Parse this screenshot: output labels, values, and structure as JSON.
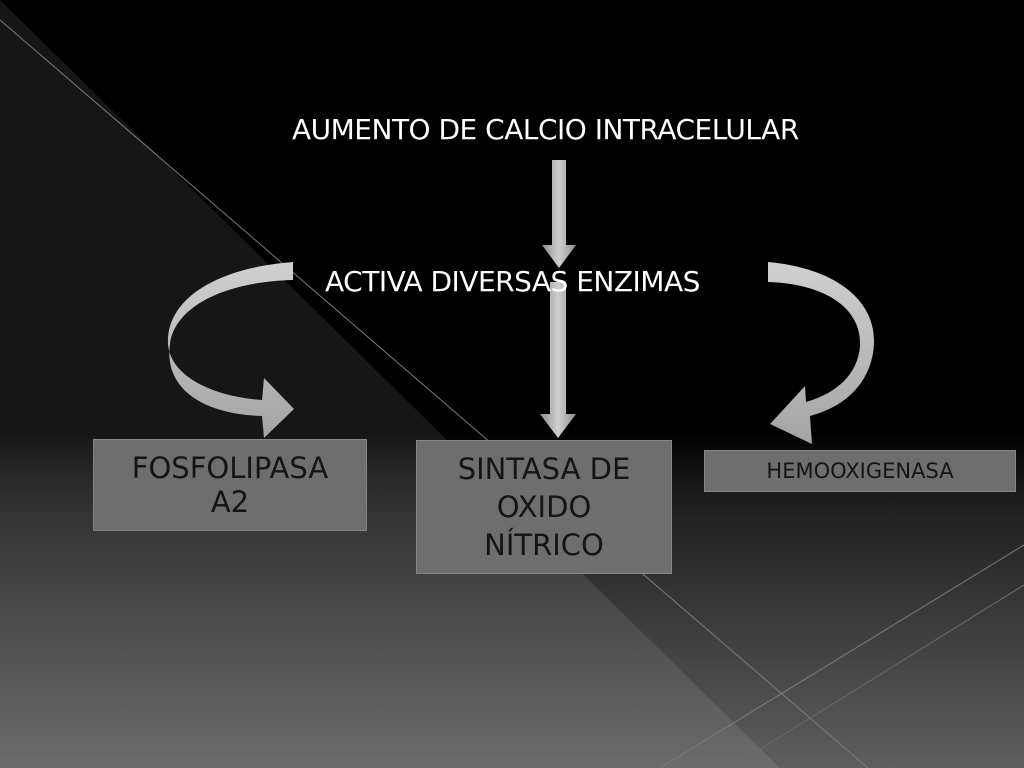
{
  "diagram": {
    "steps": [
      {
        "label": "AUMENTO DE CALCIO INTRACELULAR"
      },
      {
        "label": "ACTIVA DIVERSAS ENZIMAS"
      }
    ],
    "enzymes": [
      {
        "label": "FOSFOLIPASA\nA2"
      },
      {
        "label": "SINTASA DE\nOXIDO\nNÍTRICO"
      },
      {
        "label": "HEMOOXIGENASA"
      }
    ]
  },
  "colors": {
    "background": "#000000",
    "box_fill": "#6e6e6e",
    "box_text": "#151515",
    "arrow_fill": "#bdbdbd",
    "label_text": "#ffffff"
  }
}
